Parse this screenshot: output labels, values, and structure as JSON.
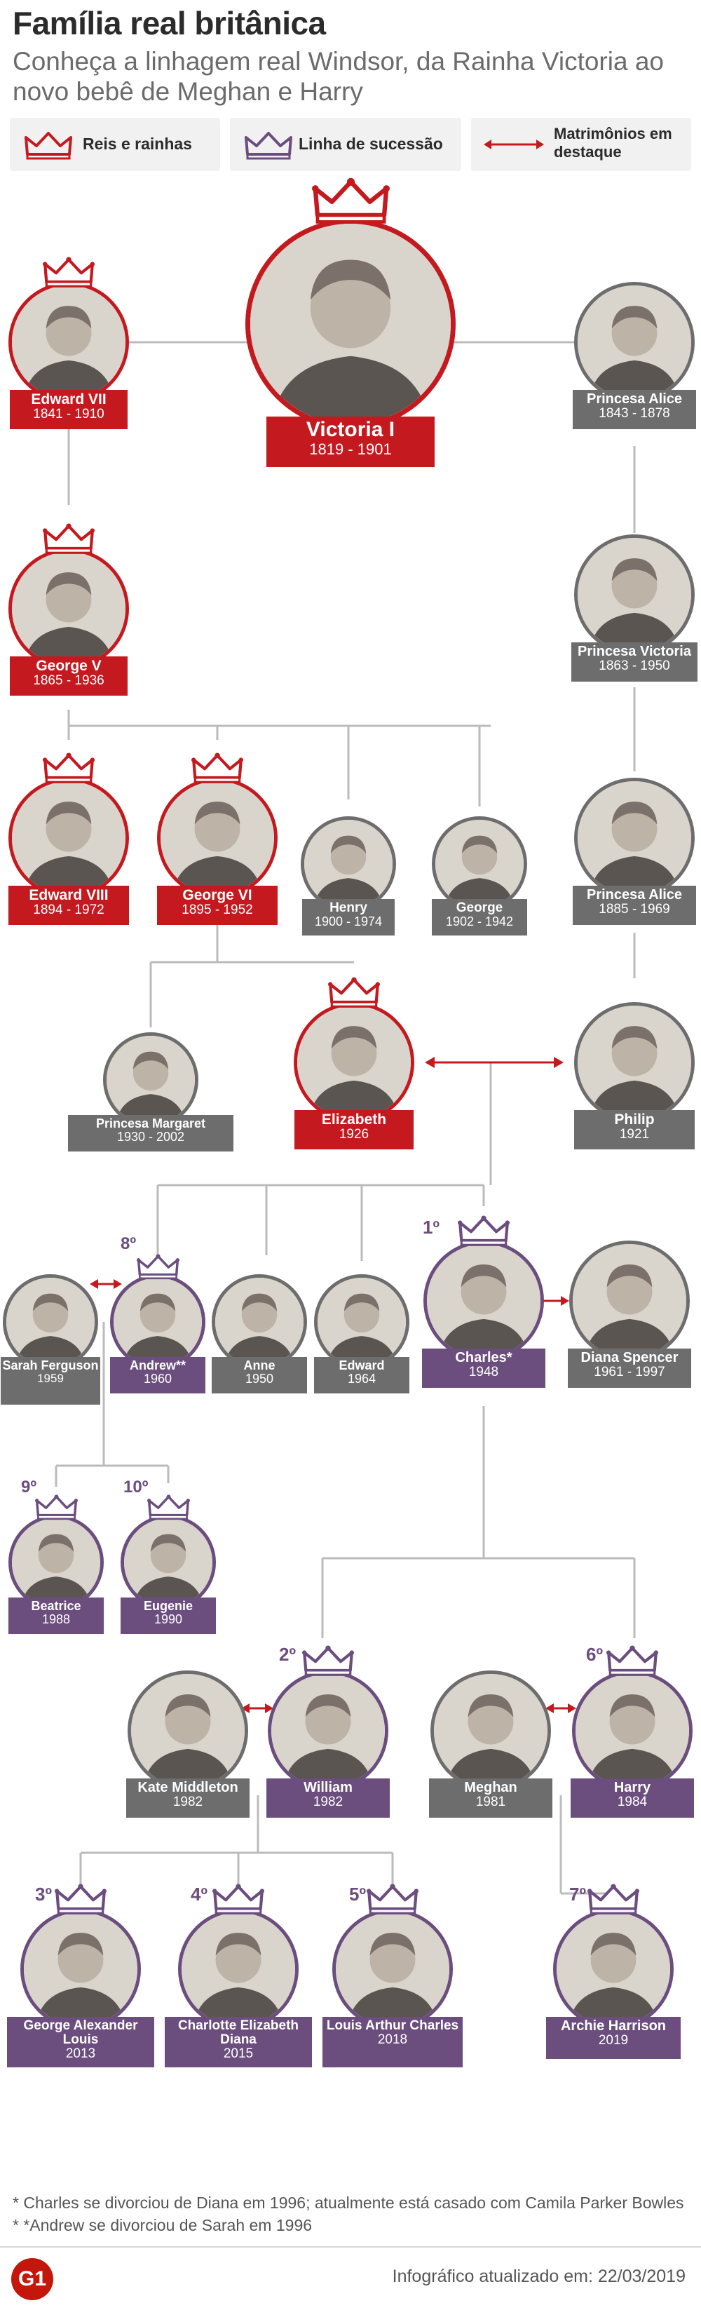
{
  "header": {
    "title": "Família real britânica",
    "subtitle": "Conheça a linhagem real Windsor, da Rainha Victoria ao novo bebê de Meghan e Harry"
  },
  "legend": {
    "kings": "Reis e rainhas",
    "succession": "Linha de sucessão",
    "marriages": "Matrimônios em destaque"
  },
  "colors": {
    "monarch": "#c41a1f",
    "succession": "#6b4d7e",
    "other": "#6d6d6d",
    "line": "#bbbbbb"
  },
  "people": [
    {
      "id": "victoria",
      "name": "Victoria I",
      "years": "1819 - 1901",
      "type": "monarch",
      "icon": "queen-victoria-portrait-icon"
    },
    {
      "id": "edward7",
      "name": "Edward VII",
      "years": "1841 - 1910",
      "type": "monarch",
      "icon": "king-edward-vii-portrait-icon"
    },
    {
      "id": "alice1",
      "name": "Princesa Alice",
      "years": "1843 - 1878",
      "type": "other",
      "icon": "princess-alice-portrait-icon"
    },
    {
      "id": "george5",
      "name": "George V",
      "years": "1865 - 1936",
      "type": "monarch",
      "icon": "king-george-v-portrait-icon"
    },
    {
      "id": "pvictoria",
      "name": "Princesa Victoria",
      "years": "1863 - 1950",
      "type": "other",
      "icon": "princess-victoria-portrait-icon"
    },
    {
      "id": "edward8",
      "name": "Edward VIII",
      "years": "1894 - 1972",
      "type": "monarch",
      "icon": "king-edward-viii-portrait-icon"
    },
    {
      "id": "george6",
      "name": "George VI",
      "years": "1895 - 1952",
      "type": "monarch",
      "icon": "king-george-vi-portrait-icon"
    },
    {
      "id": "henry",
      "name": "Henry",
      "years": "1900 - 1974",
      "type": "other",
      "icon": "prince-henry-portrait-icon"
    },
    {
      "id": "george",
      "name": "George",
      "years": "1902 - 1942",
      "type": "other",
      "icon": "prince-george-portrait-icon"
    },
    {
      "id": "alice2",
      "name": "Princesa Alice",
      "years": "1885 - 1969",
      "type": "other",
      "icon": "princess-alice-portrait-icon"
    },
    {
      "id": "margaret",
      "name": "Princesa Margaret",
      "years": "1930 - 2002",
      "type": "other",
      "icon": "princess-margaret-portrait-icon"
    },
    {
      "id": "elizabeth",
      "name": "Elizabeth",
      "years": "1926",
      "type": "monarch",
      "icon": "queen-elizabeth-portrait-icon"
    },
    {
      "id": "philip",
      "name": "Philip",
      "years": "1921",
      "type": "other",
      "icon": "prince-philip-portrait-icon"
    },
    {
      "id": "sarah",
      "name": "Sarah Ferguson",
      "years": "1959",
      "type": "other",
      "icon": "sarah-ferguson-portrait-icon"
    },
    {
      "id": "andrew",
      "name": "Andrew**",
      "years": "1960",
      "type": "succession",
      "rank": "8º",
      "icon": "prince-andrew-portrait-icon"
    },
    {
      "id": "anne",
      "name": "Anne",
      "years": "1950",
      "type": "other",
      "icon": "princess-anne-portrait-icon"
    },
    {
      "id": "edward",
      "name": "Edward",
      "years": "1964",
      "type": "other",
      "icon": "prince-edward-portrait-icon"
    },
    {
      "id": "charles",
      "name": "Charles*",
      "years": "1948",
      "type": "succession",
      "rank": "1º",
      "icon": "prince-charles-portrait-icon"
    },
    {
      "id": "diana",
      "name": "Diana Spencer",
      "years": "1961 - 1997",
      "type": "other",
      "icon": "diana-spencer-portrait-icon"
    },
    {
      "id": "beatrice",
      "name": "Beatrice",
      "years": "1988",
      "type": "succession",
      "rank": "9º",
      "icon": "princess-beatrice-portrait-icon"
    },
    {
      "id": "eugenie",
      "name": "Eugenie",
      "years": "1990",
      "type": "succession",
      "rank": "10º",
      "icon": "princess-eugenie-portrait-icon"
    },
    {
      "id": "kate",
      "name": "Kate Middleton",
      "years": "1982",
      "type": "other",
      "icon": "kate-middleton-portrait-icon"
    },
    {
      "id": "william",
      "name": "William",
      "years": "1982",
      "type": "succession",
      "rank": "2º",
      "icon": "prince-william-portrait-icon"
    },
    {
      "id": "meghan",
      "name": "Meghan",
      "years": "1981",
      "type": "other",
      "icon": "meghan-markle-portrait-icon"
    },
    {
      "id": "harry",
      "name": "Harry",
      "years": "1984",
      "type": "succession",
      "rank": "6º",
      "icon": "prince-harry-portrait-icon"
    },
    {
      "id": "georgeal",
      "name": "George Alexander Louis",
      "years": "2013",
      "type": "succession",
      "rank": "3º",
      "icon": "prince-george-portrait-icon"
    },
    {
      "id": "charlotte",
      "name": "Charlotte Elizabeth Diana",
      "years": "2015",
      "type": "succession",
      "rank": "4º",
      "icon": "princess-charlotte-portrait-icon"
    },
    {
      "id": "louis",
      "name": "Louis Arthur Charles",
      "years": "2018",
      "type": "succession",
      "rank": "5º",
      "icon": "prince-louis-portrait-icon"
    },
    {
      "id": "archie",
      "name": "Archie Harrison",
      "years": "2019",
      "type": "succession",
      "rank": "7º",
      "icon": "archie-harrison-portrait-icon"
    }
  ],
  "footnotes": {
    "charles": "* Charles se divorciou de Diana em 1996; atualmente está casado com Camila Parker Bowles",
    "andrew": "* *Andrew se divorciou de Sarah em 1996"
  },
  "footer": {
    "logo": "G1",
    "updated": "Infográfico atualizado em: 22/03/2019"
  }
}
